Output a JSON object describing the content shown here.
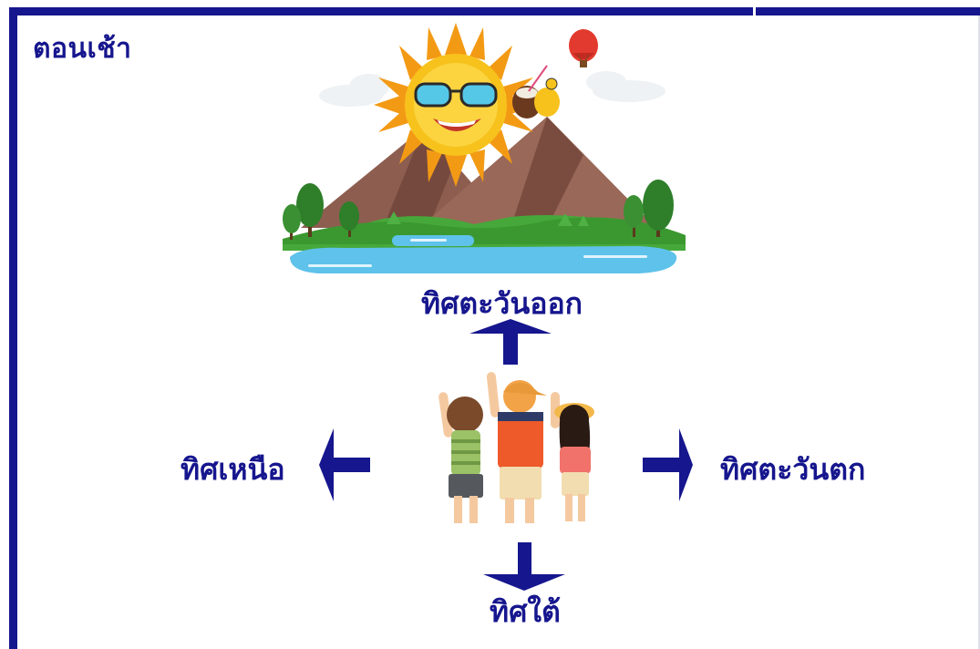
{
  "title": "ตอนเช้า",
  "directions": {
    "east": "ทิศตะวันออก",
    "north": "ทิศเหนือ",
    "west": "ทิศตะวันตก",
    "south": "ทิศใต้"
  },
  "colors": {
    "accent": "#16168e",
    "sun": "#f7b318",
    "mountain": "#8a5a4c",
    "grass": "#3f9a32",
    "water": "#5ec2ea"
  },
  "icons": [
    "sun-icon",
    "hot-air-balloon-icon",
    "mountain-icon",
    "tree-icon",
    "children-group-icon",
    "arrow-icon"
  ]
}
